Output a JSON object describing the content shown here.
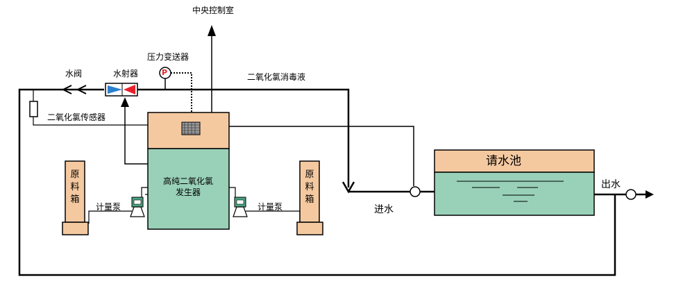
{
  "labels": {
    "control_room": "中央控制室",
    "pressure_transmitter": "压力变送器",
    "pressure_symbol": "P",
    "water_valve": "水阀",
    "water_ejector": "水射器",
    "disinfectant": "二氧化氯消毒液",
    "sensor": "二氧化氯传感器",
    "generator_line1": "高纯二氧化氯",
    "generator_line2": "发生器",
    "metering_pump_left": "计量泵",
    "metering_pump_right": "计量泵",
    "raw_tank_left": [
      "原",
      "料",
      "箱"
    ],
    "raw_tank_right": [
      "原",
      "料",
      "箱"
    ],
    "water_in": "进水",
    "clear_pool": "请水池",
    "water_out": "出水"
  },
  "colors": {
    "peach": "#f5c9a0",
    "green": "#99d1b8",
    "line": "#000000",
    "ejector_blue": "#2a7fd0",
    "ejector_red": "#e8202a",
    "pump_green": "#4aa383"
  }
}
